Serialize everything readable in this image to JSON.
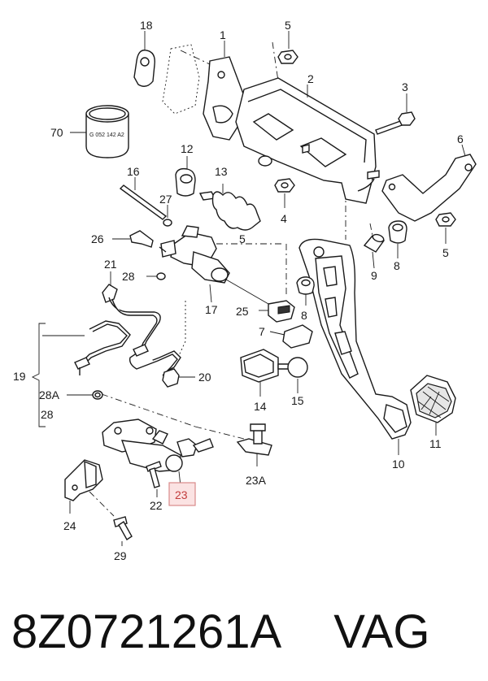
{
  "callouts": {
    "c1": "1",
    "c2": "2",
    "c3": "3",
    "c4": "4",
    "c5a": "5",
    "c5b": "5",
    "c5c": "5",
    "c6": "6",
    "c7": "7",
    "c8a": "8",
    "c8b": "8",
    "c9": "9",
    "c10": "10",
    "c11": "11",
    "c12": "12",
    "c13": "13",
    "c14": "14",
    "c15": "15",
    "c16": "16",
    "c17": "17",
    "c18": "18",
    "c19": "19",
    "c20": "20",
    "c21": "21",
    "c22": "22",
    "c23": "23",
    "c23a": "23A",
    "c24": "24",
    "c25": "25",
    "c26": "26",
    "c27": "27",
    "c28a": "28",
    "c28A": "28A",
    "c28b": "28",
    "c29": "29",
    "c70": "70"
  },
  "highlighted_callout": "23",
  "hose_label": "G 052 142 A2",
  "footer": {
    "part_number": "8Z0721261A",
    "brand": "VAG"
  },
  "colors": {
    "line": "#1a1a1a",
    "highlight_text": "#c23c3c",
    "highlight_fill": "#fbe3e3"
  }
}
